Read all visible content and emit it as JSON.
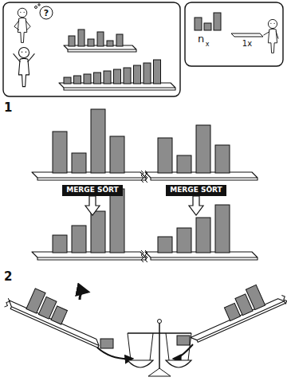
{
  "diagram": {
    "nodes": [
      {
        "text": [
          "MERGE SÖRT"
        ]
      },
      {
        "text": [
          "MERGE SÖRT"
        ]
      }
    ],
    "labels": [
      "?",
      "n",
      "x",
      "1x",
      "1",
      "2"
    ]
  }
}
